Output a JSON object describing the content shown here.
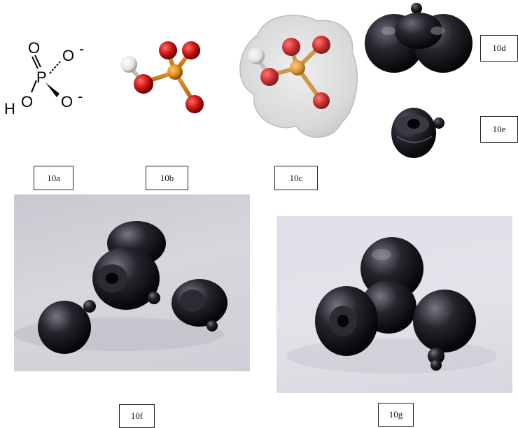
{
  "structure_10a": {
    "atoms": {
      "o_top": "O",
      "o_right_top": "O",
      "charge_top": "-",
      "p": "P",
      "o_left": "O",
      "h": "H",
      "o_right_bottom": "O",
      "charge_bottom": "-"
    }
  },
  "labels": {
    "a": "10a",
    "b": "10b",
    "c": "10c",
    "d": "10d",
    "e": "10e",
    "f": "10f",
    "g": "10g"
  },
  "colors": {
    "oxygen": "#cc1111",
    "phosphorus": "#e08a1a",
    "hydrogen": "#f2f2f2",
    "surface": "#d9d9d9",
    "plastic": "#1c1c22",
    "photo_background_f": "#d6d6dd",
    "photo_background_g": "#e3e3ea"
  }
}
